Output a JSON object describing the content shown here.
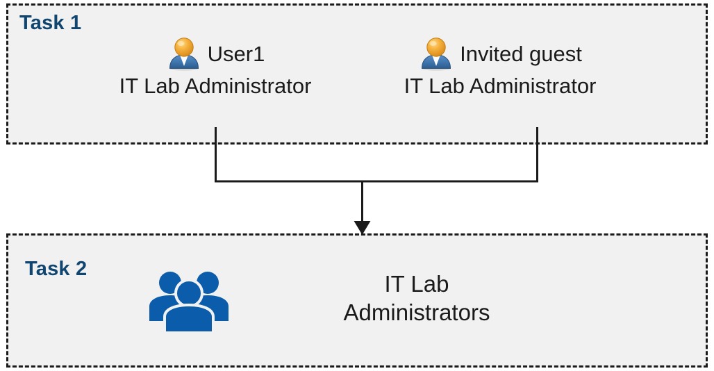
{
  "diagram": {
    "background": "#ffffff",
    "box_fill": "#F1F1F1",
    "accent_blue": "#10456F",
    "icon_blue": "#0B5CAB",
    "line_color": "#1A1A1A"
  },
  "task1": {
    "label": "Task 1",
    "members": [
      {
        "icon": "user-icon",
        "name": "User1",
        "role": "IT Lab Administrator"
      },
      {
        "icon": "user-icon",
        "name": "Invited guest",
        "role": "IT Lab Administrator"
      }
    ]
  },
  "task2": {
    "label": "Task 2",
    "group": {
      "icon": "group-of-people-icon",
      "name_line1": "IT Lab",
      "name_line2": "Administrators"
    }
  },
  "connector": {
    "type": "merge-arrow",
    "description": "Two vertical lines from Task 1 members merge into a horizontal bar and a single downward arrow into Task 2"
  }
}
